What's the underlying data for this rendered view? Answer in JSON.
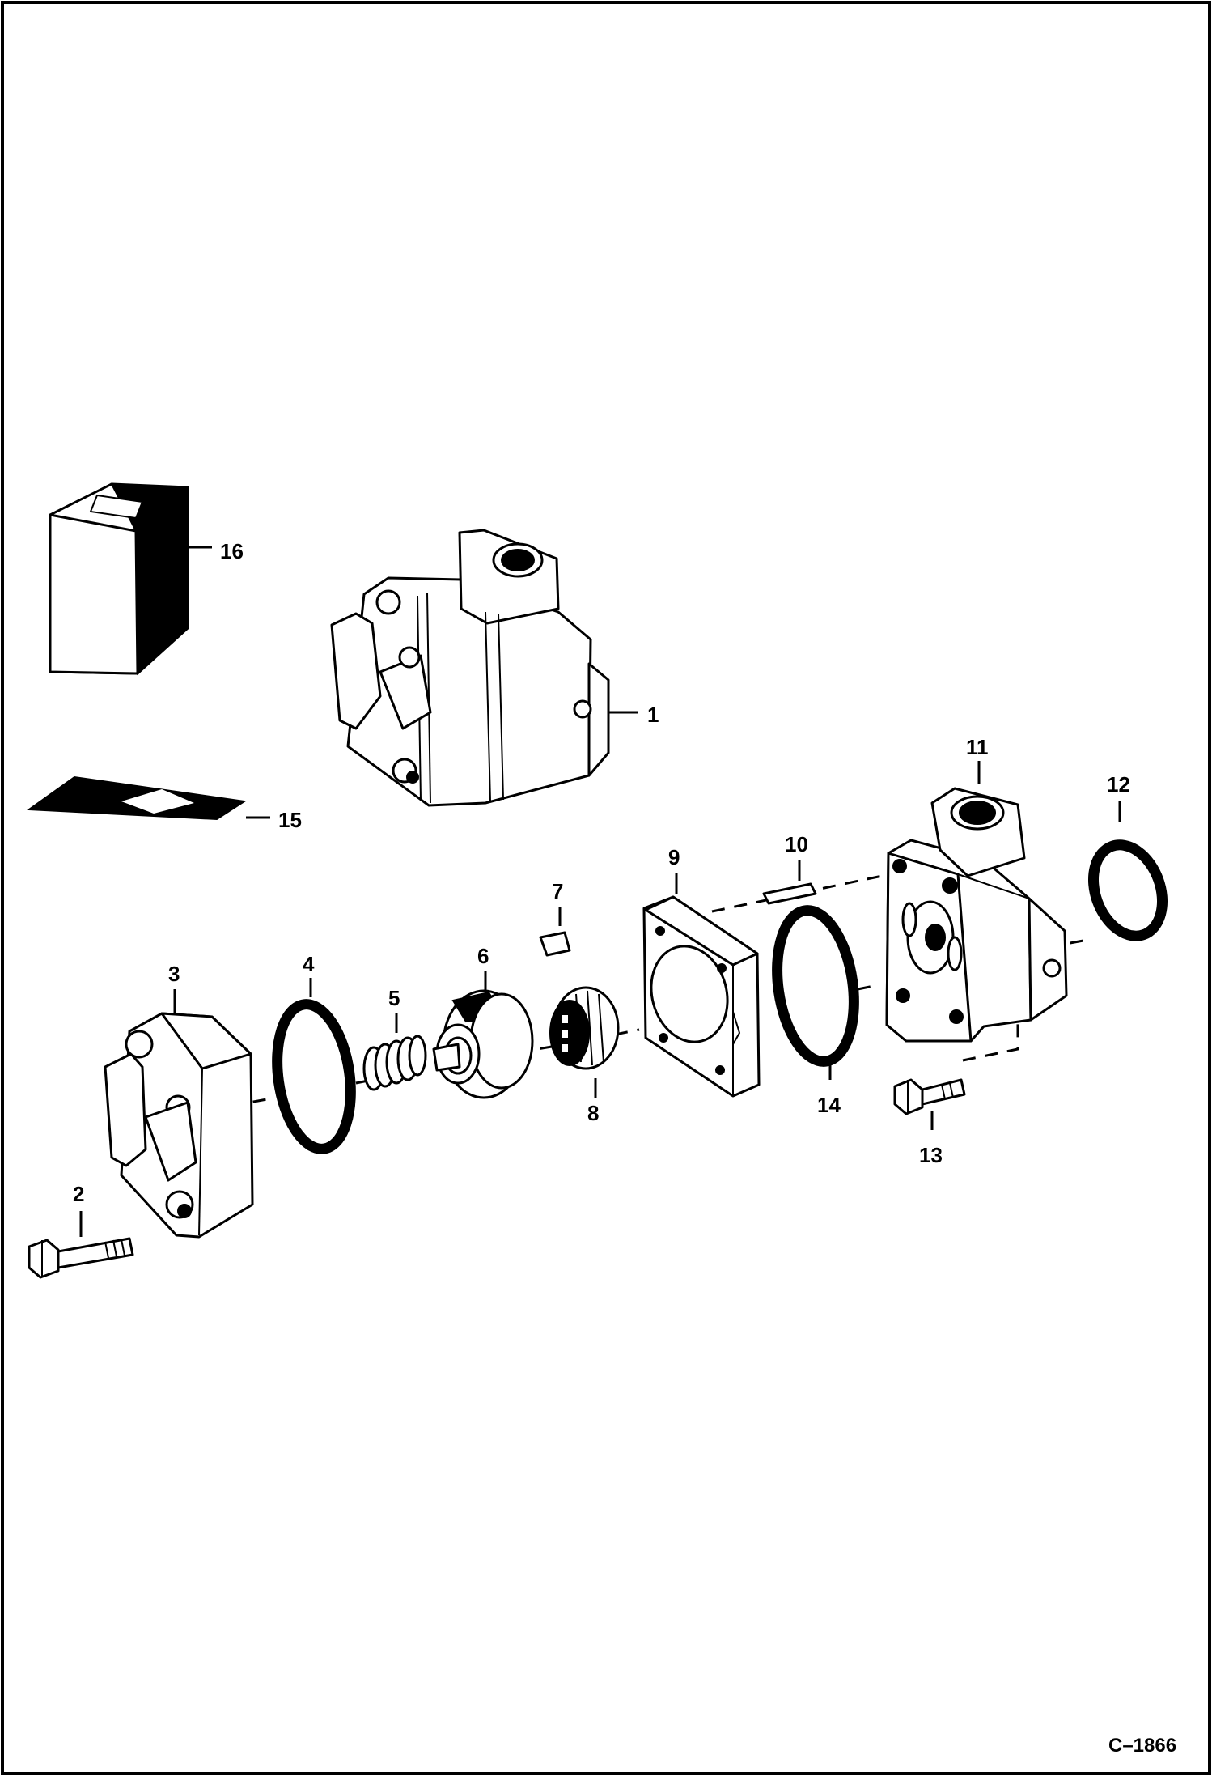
{
  "drawing_id": "C–1866",
  "callouts": {
    "c1": "1",
    "c2": "2",
    "c3": "3",
    "c4": "4",
    "c5": "5",
    "c6": "6",
    "c7": "7",
    "c8": "8",
    "c9": "9",
    "c10": "10",
    "c11": "11",
    "c12": "12",
    "c13": "13",
    "c14": "14",
    "c15": "15",
    "c16": "16"
  }
}
